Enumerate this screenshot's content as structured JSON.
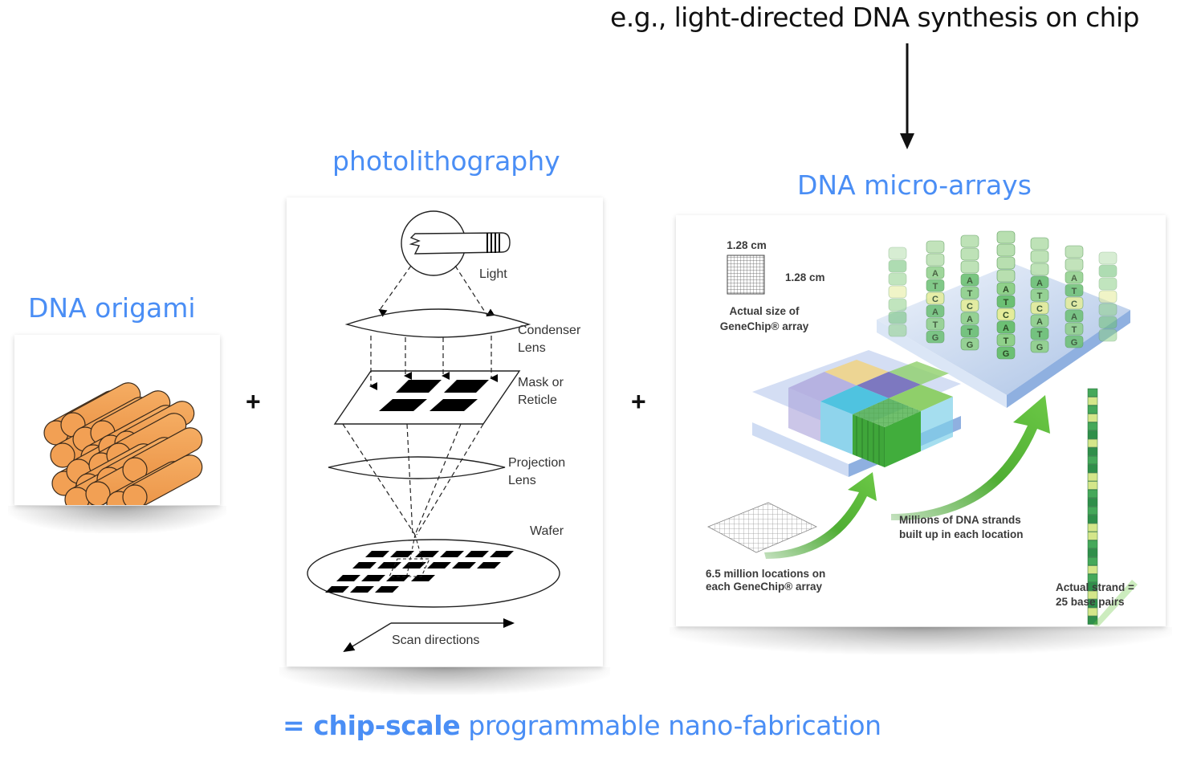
{
  "top_note": {
    "text": "e.g., light-directed DNA synthesis on chip",
    "arrow_icon": "down-arrow-icon"
  },
  "panels": {
    "origami": {
      "title": "DNA origami",
      "image": "dna-origami-bundle-illustration",
      "colors": {
        "rod_fill": "#f2a054",
        "rod_shadow": "#9c6a35",
        "outline": "#3b2a1a"
      }
    },
    "photolithography": {
      "title": "photolithography",
      "image": "photolithography-schematic",
      "labels": {
        "light": "Light",
        "condenser_1": "Condenser",
        "condenser_2": "Lens",
        "mask_1": "Mask or",
        "mask_2": "Reticle",
        "projection_1": "Projection",
        "projection_2": "Lens",
        "wafer": "Wafer",
        "scan": "Scan directions"
      }
    },
    "microarray": {
      "title": "DNA micro-arrays",
      "image": "genechip-array-illustration",
      "labels": {
        "size_top": "1.28 cm",
        "size_side": "1.28 cm",
        "actual_size_1": "Actual size of",
        "actual_size_2": "GeneChip® array",
        "locations_1": "6.5 million locations on",
        "locations_2": "each GeneChip® array",
        "strands_1": "Millions of DNA strands",
        "strands_2": "built up in each location",
        "strand_len_1": "Actual strand =",
        "strand_len_2": "25 base pairs"
      },
      "base_sequence": [
        "A",
        "T",
        "C",
        "A",
        "T",
        "G"
      ],
      "colors": {
        "arrow": "#5dbb3c",
        "cell_green": "#3faa3c",
        "cell_cyan": "#4fc3e0",
        "cell_purple": "#7d78c0",
        "cell_yellow": "#f3d27a",
        "cell_light_green": "#8fcf6a"
      }
    }
  },
  "operators": {
    "plus_1": "+",
    "plus_2": "+"
  },
  "conclusion": {
    "prefix": "= ",
    "bold": "chip-scale",
    "rest": " programmable nano-fabrication"
  },
  "colors": {
    "accent_blue": "#4a8ef5",
    "text_black": "#111111"
  }
}
